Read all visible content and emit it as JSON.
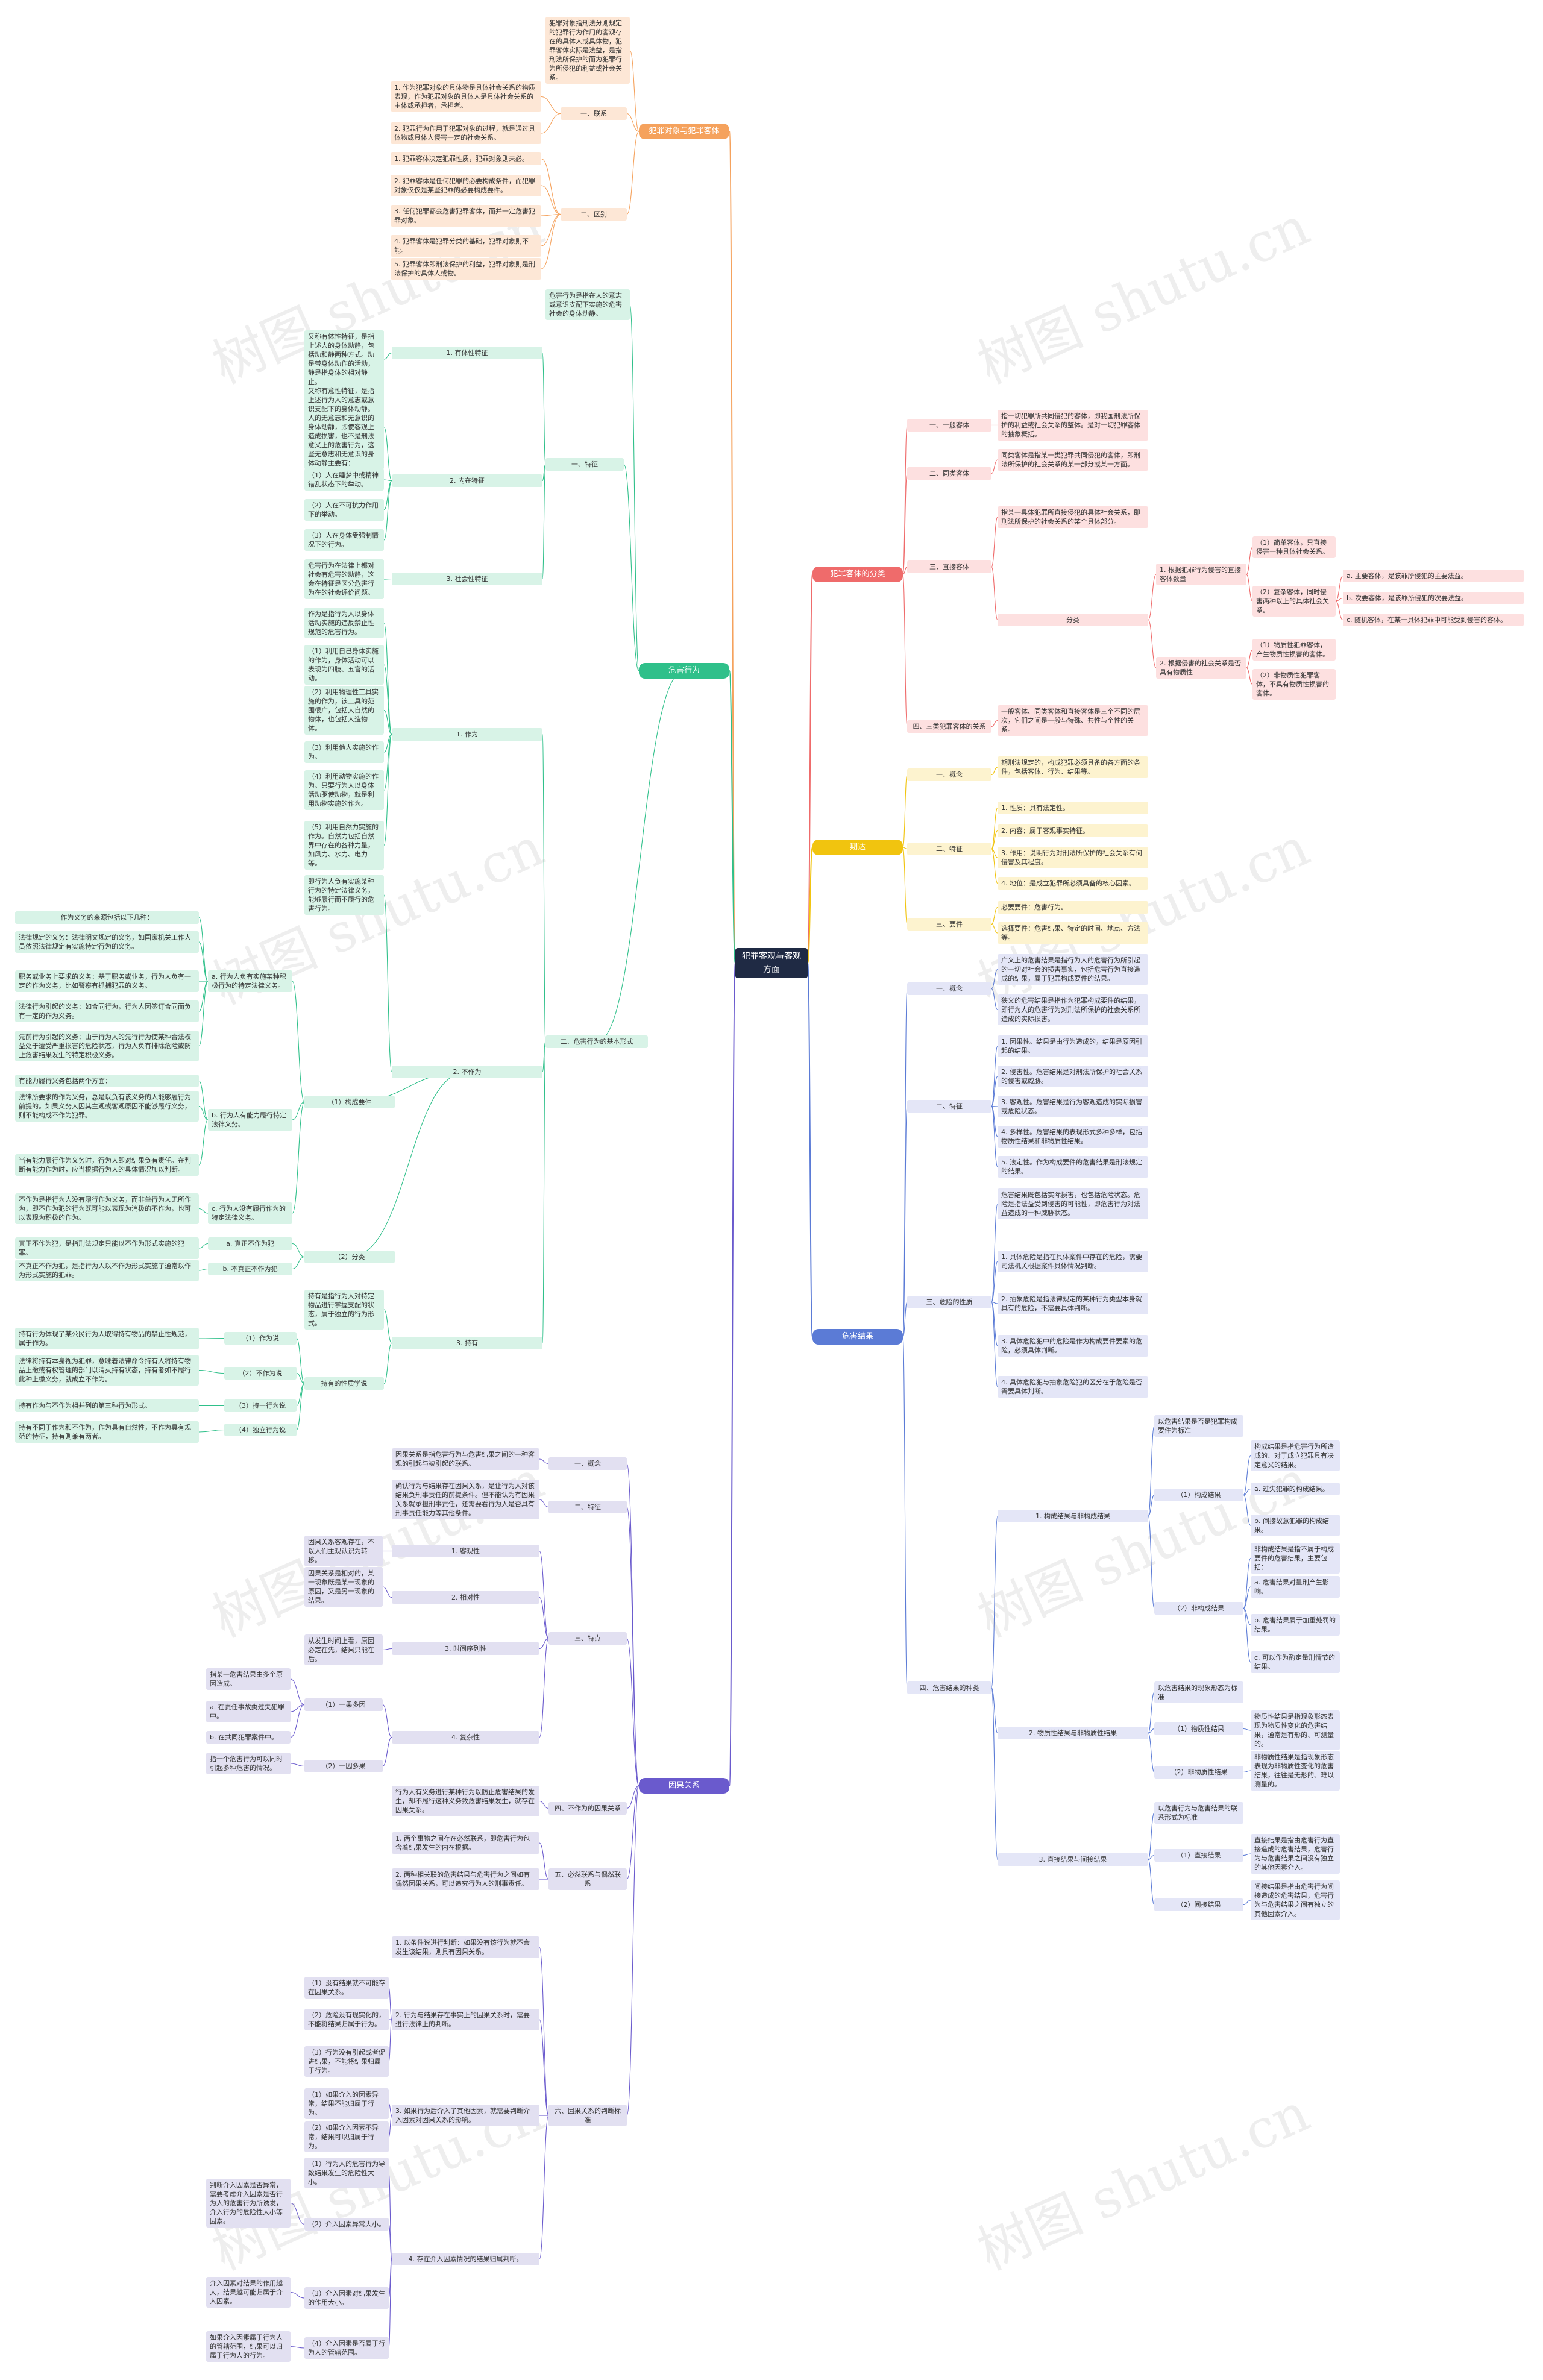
{
  "center": "犯罪客观与客观方面",
  "colors": {
    "orange": "#f5a25d",
    "green": "#2fc08a",
    "red": "#ef6b6b",
    "yellow": "#f1c40f",
    "blue": "#5b7bd6",
    "purple": "#6a5acd"
  },
  "branches": {
    "b1": {
      "title": "犯罪对象与犯罪客体",
      "def": "犯罪对象指刑法分则规定的犯罪行为作用的客观存在的具体人或具体物，犯罪客体实际是法益，是指刑法所保护的而为犯罪行为所侵犯的利益或社会关系。",
      "lian_title": "一、联系",
      "lian": [
        "1. 作为犯罪对象的具体物是具体社会关系的物质表现，作为犯罪对象的具体人是具体社会关系的主体或承担者，承担者。",
        "2. 犯罪行为作用于犯罪对象的过程，就是通过具体物或具体人侵害一定的社会关系。"
      ],
      "qubie_title": "二、区别",
      "qubie": [
        "1. 犯罪客体决定犯罪性质，犯罪对象则未必。",
        "2. 犯罪客体是任何犯罪的必要构成条件，而犯罪对象仅仅是某些犯罪的必要构成要件。",
        "3. 任何犯罪都会危害犯罪客体，而并一定危害犯罪对象。",
        "4. 犯罪客体是犯罪分类的基础，犯罪对象则不能。",
        "5. 犯罪客体即刑法保护的利益，犯罪对象则是刑法保护的具体人或物。"
      ]
    },
    "b2": {
      "title": "危害行为",
      "def": "危害行为是指在人的意志或意识支配下实施的危害社会的身体动静。",
      "tezheng_title": "一、特征",
      "tz1": "1. 有体性特征",
      "tz1_text": "又称有体性特征，是指上述人的身体动静，包括动和静两种方式。动是带身体动作的活动，静是指身体的相对静止。",
      "tz2": "2. 内在特征",
      "tz2_text": "又称有意性特征，是指上述行为人的意志或意识支配下的身体动静。人的无意志和无意识的身体动静，即使客观上造成损害，也不是刑法意义上的危害行为，这些无意志和无意识的身体动静主要有：",
      "tz2_items": [
        "（1）人在睡梦中或精神错乱状态下的举动。",
        "（2）人在不可抗力作用下的举动。",
        "（3）人在身体受强制情况下的行为。"
      ],
      "tz3": "3. 社会性特征",
      "tz3_text": "危害行为在法律上都对社会有危害的动静，这会在特征是区分危害行为在的社会评价问题。",
      "fenlei_title": "二、危害行为的基本形式",
      "zuowei": "1. 作为",
      "zuowei_items": [
        "作为是指行为人以身体活动实施的违反禁止性规范的危害行为。",
        "（1）利用自己身体实施的作为，身体活动可以表现为四肢、五官的活动。",
        "（2）利用物理性工具实施的作为，该工具的范围很广，包括大自然的物体，也包括人造物体。",
        "（3）利用他人实施的作为。",
        "（4）利用动物实施的作为。只要行为人以身体活动驱使动物，就是利用动物实施的作为。",
        "（5）利用自然力实施的作为。自然力包括自然界中存在的各种力量，如风力、水力、电力等。"
      ],
      "zuowei_extra": "即行为人负有实施某种行为的特定法律义务，能够履行而不履行的危害行为。",
      "buzuowei": "2. 不作为",
      "yaojian_title": "（1）构成要件",
      "yj_a_title": "a. 行为人负有实施某种积极行为的特定法律义务。",
      "yj_a_src_title": "作为义务的来源包括以下几种：",
      "yj_a_src": [
        "法律规定的义务：法律明文规定的义务，如国家机关工作人员依照法律规定有实施特定行为的义务。",
        "职务或业务上要求的义务：基于职务或业务，行为人负有一定的作为义务，比如警察有抓捕犯罪的义务。",
        "法律行为引起的义务：如合同行为，行为人因签订合同而负有一定的作为义务。",
        "先前行为引起的义务：由于行为人的先行行为使某种合法权益处于遭受严重损害的危险状态，行为人负有排除危险或防止危害结果发生的特定积极义务。"
      ],
      "yj_b_title": "b. 行为人有能力履行特定法律义务。",
      "yj_b_items": [
        "有能力履行义务包括两个方面：",
        "法律所要求的作为义务，总是以负有该义务的人能够履行为前提的。如果义务人因其主观或客观原因不能够履行义务，则不能构成不作为犯罪。",
        "当有能力履行作为义务时，行为人即对结果负有责任。在判断有能力作为时，应当根据行为人的具体情况加以判断。"
      ],
      "yj_c_title": "c. 行为人没有履行作为的特定法律义务。",
      "yj_c_text": "不作为是指行为人没有履行作为义务，而非单行为人无所作为，即不作为犯的行为既可能以表现为消极的不作为，也可以表现为积极的作为。",
      "fenlei2_title": "（2）分类",
      "fl_a": "a. 真正不作为犯",
      "fl_a_text": "真正不作为犯，是指刑法规定只能以不作为形式实施的犯罪。",
      "fl_b": "b. 不真正不作为犯",
      "fl_b_text": "不真正不作为犯，是指行为人以不作为形式实施了通常以作为形式实施的犯罪。",
      "chiyou": "3. 持有",
      "chiyou_text": "持有是指行为人对特定物品进行掌握支配的状态，属于独立的行为形式。",
      "chiyou_sub": "持有的性质学说",
      "chiyou_items": [
        {
          "k": "（1）作为说",
          "v": "持有行为体现了某公民行为人取得持有物品的禁止性规范，属于作为。"
        },
        {
          "k": "（2）不作为说",
          "v": "法律将持有本身视为犯罪，意味着法律命令持有人将持有物品上缴或有权管理的部门以消灭持有状态，持有者如不履行此种上缴义务，就成立不作为。"
        },
        {
          "k": "（3）持一行为说",
          "v": "持有作为与不作为相并列的第三种行为形式。"
        },
        {
          "k": "（4）独立行为说",
          "v": "持有不同于作为和不作为，作为具有自然性，不作为具有规范的特征，持有则兼有两者。"
        }
      ]
    },
    "b3": {
      "title": "因果关系",
      "gainian_title": "一、概念",
      "gainian": "因果关系是指危害行为与危害结果之间的一种客观的引起与被引起的联系。",
      "tedian_title": "二、特征",
      "tedian": "确认行为与结果存在因果关系，是让行为人对该结果负刑事责任的前提条件。但不能认为有因果关系就承担刑事责任，还需要看行为人是否具有刑事责任能力等其他条件。",
      "tedian2_title": "三、特点",
      "td_items": [
        {
          "k": "1. 客观性",
          "v": "因果关系客观存在，不以人们主观认识为转移。"
        },
        {
          "k": "2. 相对性",
          "v": "因果关系是相对的，某一现象既是某一现象的原因，又是另一现象的结果。"
        },
        {
          "k": "3. 时间序列性",
          "v": "从发生时间上看，原因必定在先，结果只能在后。"
        },
        {
          "k": "4. 复杂性",
          "v": ""
        }
      ],
      "fz_items": [
        {
          "k": "（1）一果多因",
          "v": "指某一危害结果由多个原因造成。"
        },
        {
          "k": "（2）一因多果",
          "v": "指一个危害行为可以同时引起多种危害的情况。"
        }
      ],
      "fz_sub": [
        "a. 在责任事故类过失犯罪中。",
        "b. 在共同犯罪案件中。"
      ],
      "buzuowei_title": "四、不作为的因果关系",
      "buzuowei": "行为人有义务进行某种行为以防止危害结果的发生，却不履行这种义务致危害结果发生，就存在因果关系。",
      "biran_title": "五、必然联系与偶然联系",
      "biran": [
        "1. 两个事物之间存在必然联系，即危害行为包含着结果发生的内在根据。",
        "2. 两种相关联的危害结果与危害行为之间如有偶然因果关系，可以追究行为人的刑事责任。"
      ],
      "panduan_title": "六、因果关系的判断标准",
      "panduan_items": [
        "1. 以条件说进行判断：如果没有该行为就不会发生该结果，则具有因果关系。",
        "2. 行为与结果存在事实上的因果关系时，需要进行法律上的判断。",
        "3. 如果行为后介入了其他因素，就需要判断介入因素对因果关系的影响。"
      ],
      "p_sub1": [
        "（1）没有结果就不可能存在因果关系。",
        "（2）危险没有现实化的，不能将结果归属于行为。",
        "（3）行为没有引起或者促进结果，不能将结果归属于行为。"
      ],
      "p_sub2": [
        "（1）如果介入的因素异常，结果不能归属于行为。",
        "（2）如果介入因素不异常，结果可以归属于行为。"
      ],
      "jieru_title": "4. 存在介入因素情况的结果归属判断。",
      "jieru_items": [
        {
          "k": "（1）行为人的危害行为导致结果发生的危险性大小。",
          "v": ""
        },
        {
          "k": "（2）介入因素异常大小。",
          "v": "判断介入因素是否异常，需要考虑介入因素是否行为人的危害行为所诱发，介入行为的危险性大小等因素。"
        },
        {
          "k": "（3）介入因素对结果发生的作用大小。",
          "v": "介入因素对结果的作用越大，结果越可能归属于介入因素。"
        },
        {
          "k": "（4）介入因素是否属于行为人的管辖范围。",
          "v": "如果介入因素属于行为人的管辖范围，结果可以归属于行为人的行为。"
        }
      ]
    },
    "b4": {
      "title": "犯罪客体的分类",
      "yiban_title": "一、一般客体",
      "yiban": "指一切犯罪所共同侵犯的客体，即我国刑法所保护的利益或社会关系的整体。是对一切犯罪客体的抽象概括。",
      "tonglei_title": "二、同类客体",
      "tonglei": "同类客体是指某一类犯罪共同侵犯的客体，即刑法所保护的社会关系的某一部分或某一方面。",
      "zhijie_title": "三、直接客体",
      "zhijie": "指某一具体犯罪所直接侵犯的具体社会关系，即刑法所保护的社会关系的某个具体部分。",
      "fenlei_title": "分类",
      "fl1": "1. 根据犯罪行为侵害的直接客体数量",
      "fl1_items": [
        "（1）简单客体，只直接侵害一种具体社会关系。",
        "（2）复杂客体，同时侵害两种以上的具体社会关系。"
      ],
      "fl1_sub": [
        "a. 主要客体，是该罪所侵犯的主要法益。",
        "b. 次要客体，是该罪所侵犯的次要法益。",
        "c. 随机客体，在某一具体犯罪中可能受到侵害的客体。"
      ],
      "fl2": "2. 根据侵害的社会关系是否具有物质性",
      "fl2_items": [
        "（1）物质性犯罪客体，产生物质性损害的客体。",
        "（2）非物质性犯罪客体，不具有物质性损害的客体。"
      ],
      "si_title": "四、三类犯罪客体的关系",
      "si": "一般客体、同类客体和直接客体是三个不同的层次，它们之间是一般与特殊、共性与个性的关系。"
    },
    "b5": {
      "title": "期达",
      "gainian_title": "一、概念",
      "gainian": "期刑法规定的，构成犯罪必须具备的各方面的条件，包括客体、行为、结果等。",
      "tezheng_title": "二、特征",
      "tz_items": [
        "1. 性质：具有法定性。",
        "2. 内容：属于客观事实特征。",
        "3. 作用：说明行为对刑法所保护的社会关系有何侵害及其程度。",
        "4. 地位：是成立犯罪所必须具备的核心因素。"
      ],
      "yaojian_title": "三、要件",
      "yj_items": [
        "必要要件：危害行为。",
        "选择要件：危害结果、特定的时间、地点、方法等。"
      ]
    },
    "b6": {
      "title": "危害结果",
      "gainian_title": "一、概念",
      "gainian": "广义上的危害结果是指行为人的危害行为所引起的一切对社会的损害事实，包括危害行为直接造成的结果，属于犯罪构成要件的结果。",
      "gainian2": "狭义的危害结果是指作为犯罪构成要件的结果，即行为人的危害行为对刑法所保护的社会关系所造成的实际损害。",
      "tezheng_title": "二、特征",
      "tz_items": [
        "1. 因果性。结果是由行为造成的，结果是原因引起的结果。",
        "2. 侵害性。危害结果是对刑法所保护的社会关系的侵害或威胁。",
        "3. 客观性。危害结果是行为客观造成的实际损害或危险状态。",
        "4. 多样性。危害结果的表现形式多种多样，包括物质性结果和非物质性结果。",
        "5. 法定性。作为构成要件的危害结果是刑法规定的结果。"
      ],
      "weixian_title": "三、危险的性质",
      "wx_items": [
        "危害结果既包括实际损害，也包括危险状态。危险是指法益受到侵害的可能性，即危害行为对法益造成的一种威胁状态。",
        "1. 具体危险是指在具体案件中存在的危险，需要司法机关根据案件具体情况判断。",
        "2. 抽象危险是指法律规定的某种行为类型本身就具有的危险，不需要具体判断。",
        "3. 具体危险犯中的危险是作为构成要件要素的危险，必须具体判断。",
        "4. 具体危险犯与抽象危险犯的区分在于危险是否需要具体判断。"
      ],
      "zhonglei_title": "四、危害结果的种类",
      "zl1": "1. 构成结果与非构成结果",
      "zl1_intro": "以危害结果是否是犯罪构成要件为标准",
      "zl1_a": "（1）构成结果",
      "zl1_a_items": [
        "构成结果是指危害行为所造成的、对于成立犯罪具有决定意义的结果。",
        "a. 过失犯罪的构成结果。",
        "b. 间接故意犯罪的构成结果。"
      ],
      "zl1_b": "（2）非构成结果",
      "zl1_b_items": [
        "非构成结果是指不属于构成要件的危害结果，主要包括：",
        "a. 危害结果对量刑产生影响。",
        "b. 危害结果属于加重处罚的结果。",
        "c. 可以作为酌定量刑情节的结果。"
      ],
      "zl2": "2. 物质性结果与非物质性结果",
      "zl2_intro": "以危害结果的现象形态为标准",
      "zl2_a": "（1）物质性结果",
      "zl2_a_text": "物质性结果是指现象形态表现为物质性变化的危害结果，通常是有形的、可测量的。",
      "zl2_b": "（2）非物质性结果",
      "zl2_b_text": "非物质性结果是指现象形态表现为非物质性变化的危害结果，往往是无形的、难以测量的。",
      "zl3": "3. 直接结果与间接结果",
      "zl3_intro": "以危害行为与危害结果的联系形式为标准",
      "zl3_a": "（1）直接结果",
      "zl3_a_text": "直接结果是指由危害行为直接造成的危害结果，危害行为与危害结果之间没有独立的其他因素介入。",
      "zl3_b": "（2）间接结果",
      "zl3_b_text": "间接结果是指由危害行为间接造成的危害结果，危害行为与危害结果之间有独立的其他因素介入。"
    }
  },
  "watermark": "树图 shutu.cn"
}
